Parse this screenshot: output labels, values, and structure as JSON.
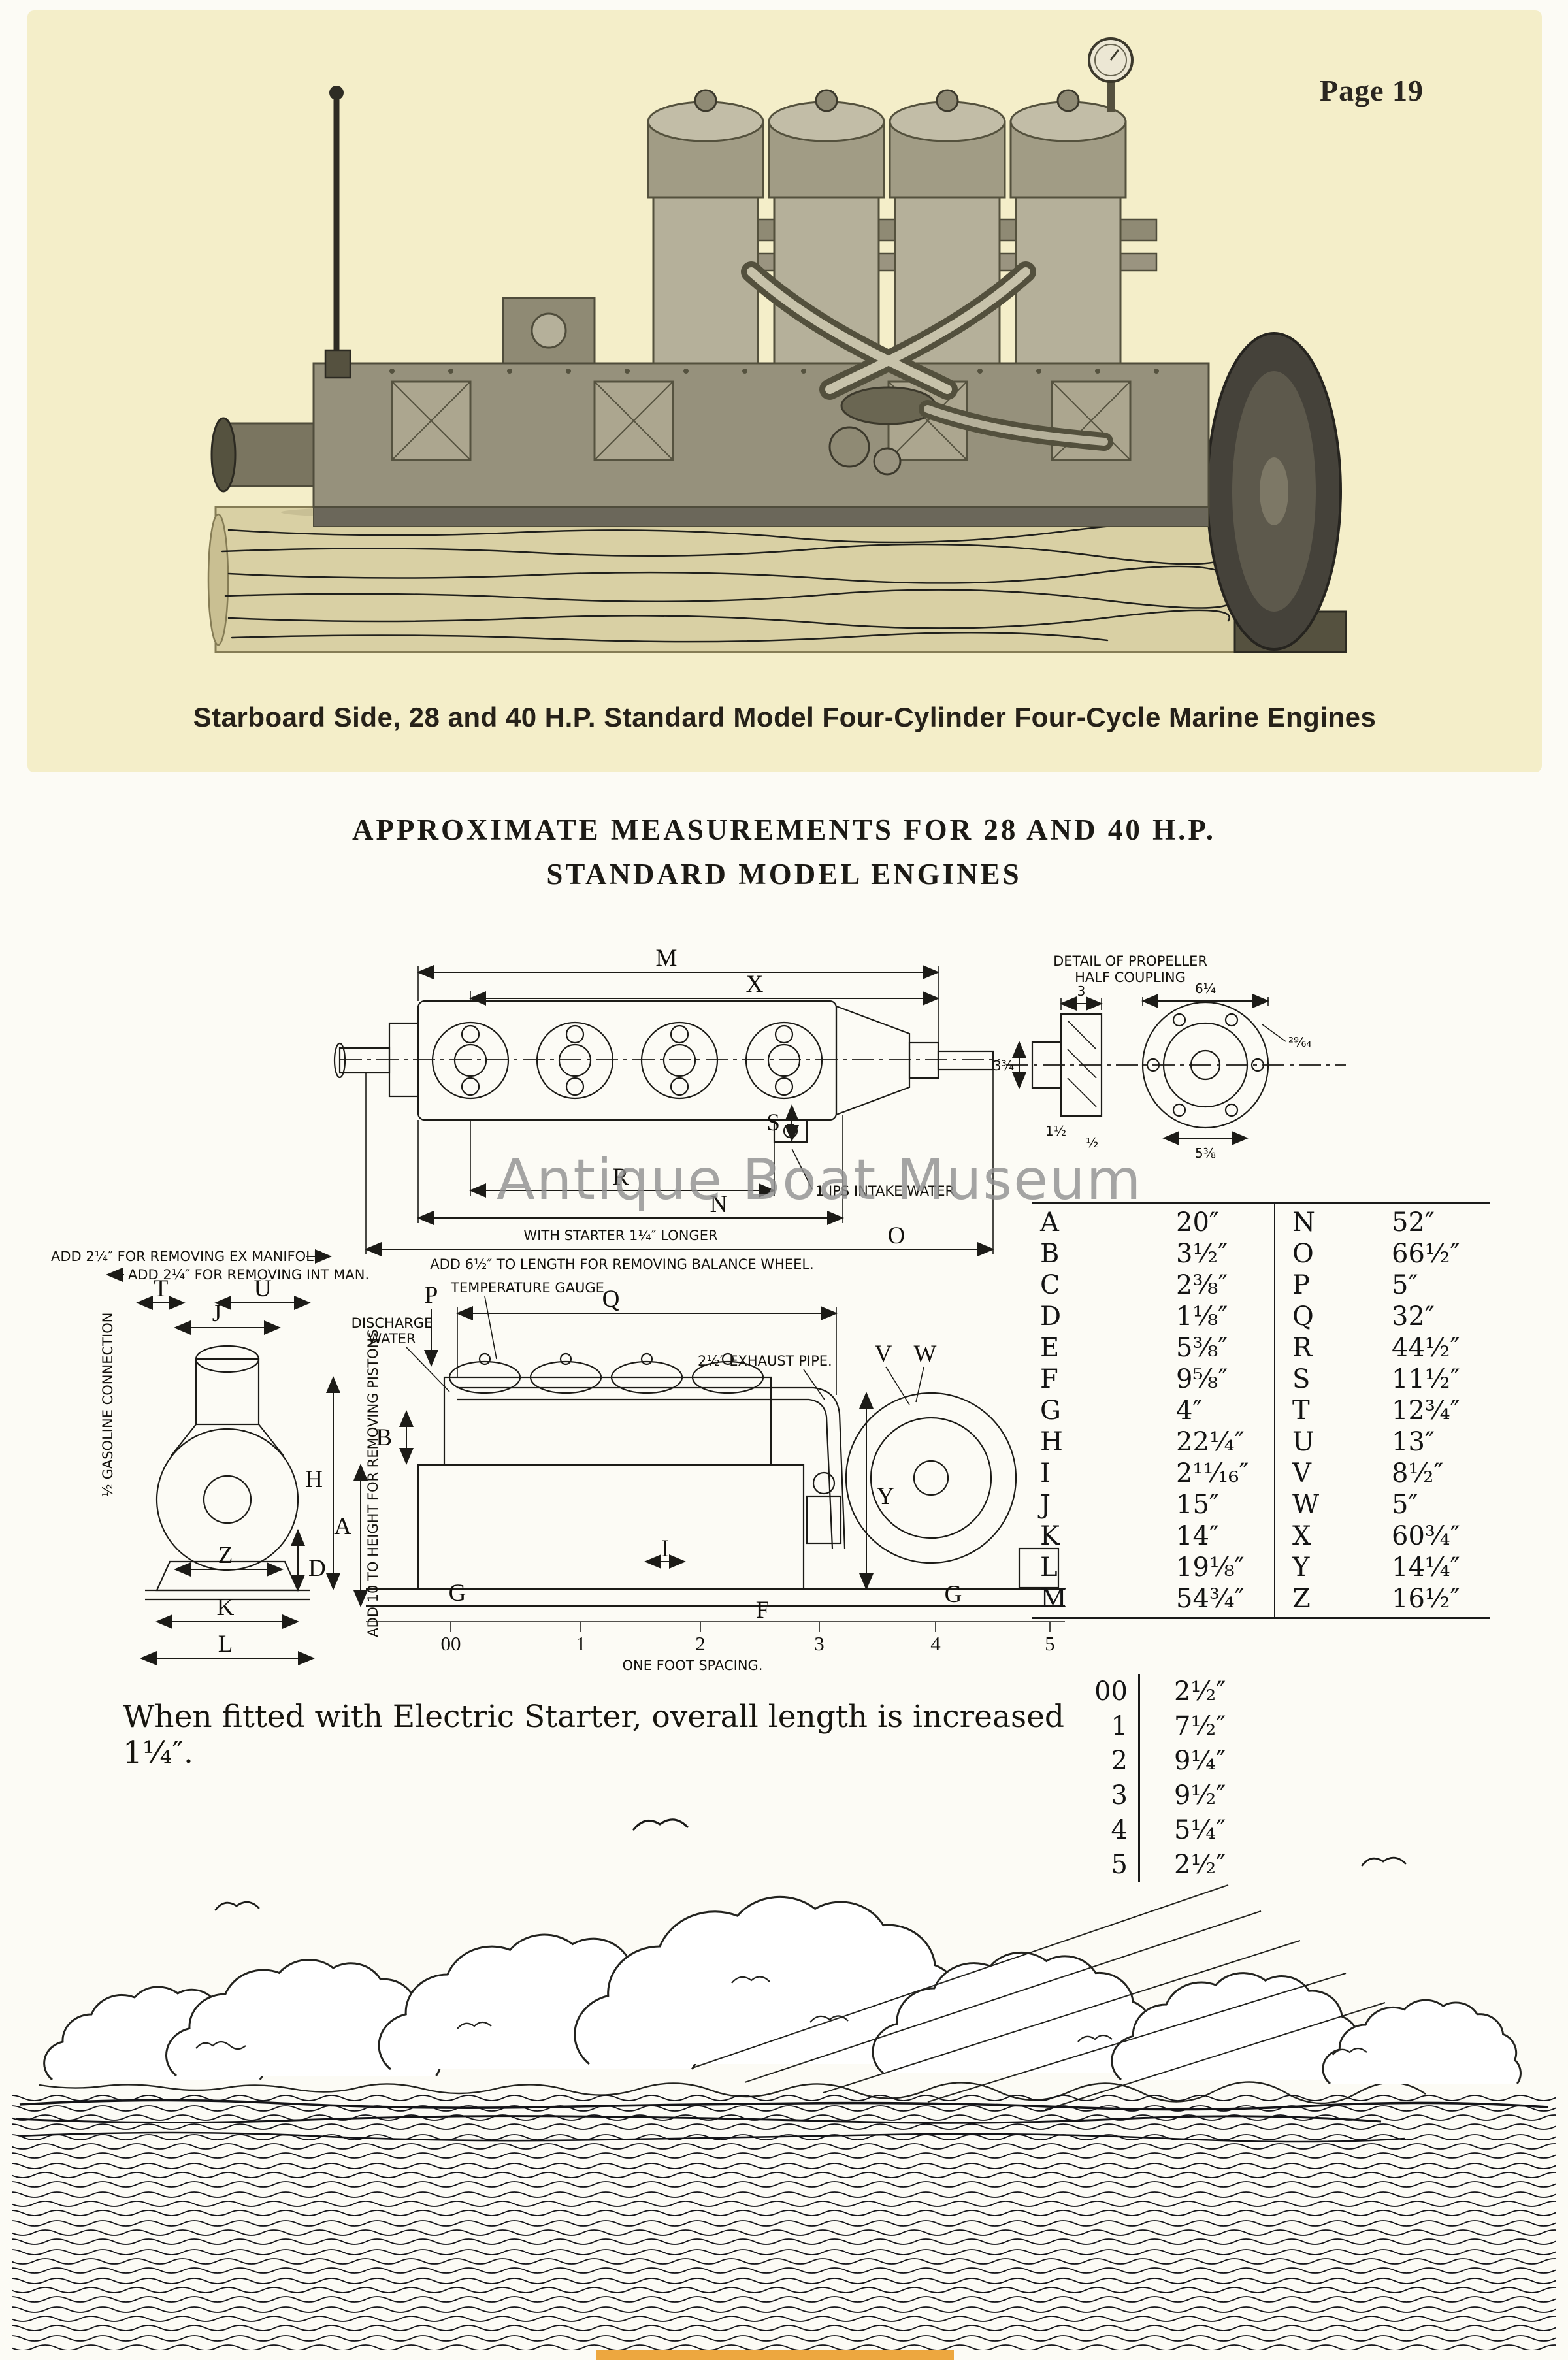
{
  "page": {
    "number": "Page 19",
    "caption": "Starboard Side, 28 and 40 H.P. Standard Model Four-Cylinder Four-Cycle Marine Engines",
    "title1": "APPROXIMATE MEASUREMENTS FOR 28 AND 40 H.P.",
    "title2": "STANDARD MODEL ENGINES",
    "watermark": "Antique Boat Museum",
    "starter_note": "When fitted with Electric Starter, overall length is increased 1¼″."
  },
  "diagram": {
    "coupling_title_1": "DETAIL OF PROPELLER",
    "coupling_title_2": "HALF COUPLING",
    "letters": {
      "M": "M",
      "X": "X",
      "S": "S",
      "R": "R",
      "N": "N",
      "O": "O",
      "Q": "Q",
      "P": "P",
      "V": "V",
      "W": "W",
      "B": "B",
      "H": "H",
      "A": "A",
      "Y": "Y",
      "I": "I",
      "T": "T",
      "U": "U",
      "J": "J",
      "Z": "Z",
      "K": "K",
      "L": "L",
      "D": "D",
      "F": "F",
      "G": "G"
    },
    "numbers": {
      "n00": "00",
      "n1": "1",
      "n2": "2",
      "n3": "3",
      "n4": "4",
      "n5": "5"
    },
    "annotations": {
      "intake": "1 IPS INTAKE WATER",
      "with_starter": "WITH STARTER 1¼″ LONGER",
      "balance_wheel": "ADD 6½″ TO LENGTH FOR REMOVING BALANCE WHEEL.",
      "ex_manifold": "ADD 2¼″ FOR REMOVING EX MANIFOLD",
      "int_manifold": "ADD 2¼″ FOR REMOVING INT MAN.",
      "temperature_gauge": "TEMPERATURE GAUGE",
      "discharge_1": "DISCHARGE",
      "discharge_2": "WATER",
      "gasoline": "½ GASOLINE CONNECTION",
      "exhaust_pipe": "2½″ EXHAUST PIPE.",
      "pistons": "ADD 10 TO HEIGHT FOR REMOVING PISTONS",
      "one_foot": "ONE FOOT SPACING."
    },
    "coupling_dims": {
      "d3": "3",
      "d614": "6¼",
      "d2964": "²⁹⁄₆₄",
      "d538": "5⅜",
      "d334": "3¾",
      "d112": "1½",
      "d12": "½"
    }
  },
  "measurements": {
    "left": [
      {
        "k": "A",
        "v": "20″"
      },
      {
        "k": "B",
        "v": "3½″"
      },
      {
        "k": "C",
        "v": "2⅜″"
      },
      {
        "k": "D",
        "v": "1⅛″"
      },
      {
        "k": "E",
        "v": "5⅜″"
      },
      {
        "k": "F",
        "v": "9⅝″"
      },
      {
        "k": "G",
        "v": "4″"
      },
      {
        "k": "H",
        "v": "22¼″"
      },
      {
        "k": "I",
        "v": "2¹¹⁄₁₆″"
      },
      {
        "k": "J",
        "v": "15″"
      },
      {
        "k": "K",
        "v": "14″"
      },
      {
        "k": "L",
        "v": "19⅛″"
      },
      {
        "k": "M",
        "v": "54¾″"
      }
    ],
    "right": [
      {
        "k": "N",
        "v": "52″"
      },
      {
        "k": "O",
        "v": "66½″"
      },
      {
        "k": "P",
        "v": "5″"
      },
      {
        "k": "Q",
        "v": "32″"
      },
      {
        "k": "R",
        "v": "44½″"
      },
      {
        "k": "S",
        "v": "11½″"
      },
      {
        "k": "T",
        "v": "12¾″"
      },
      {
        "k": "U",
        "v": "13″"
      },
      {
        "k": "V",
        "v": "8½″"
      },
      {
        "k": "W",
        "v": "5″"
      },
      {
        "k": "X",
        "v": "60¾″"
      },
      {
        "k": "Y",
        "v": "14¼″"
      },
      {
        "k": "Z",
        "v": "16½″"
      }
    ]
  },
  "foot_spacing": {
    "rows": [
      {
        "k": "00",
        "v": "2½″"
      },
      {
        "k": "1",
        "v": "7½″"
      },
      {
        "k": "2",
        "v": "9¼″"
      },
      {
        "k": "3",
        "v": "9½″"
      },
      {
        "k": "4",
        "v": "5¼″"
      },
      {
        "k": "5",
        "v": "2½″"
      }
    ]
  }
}
